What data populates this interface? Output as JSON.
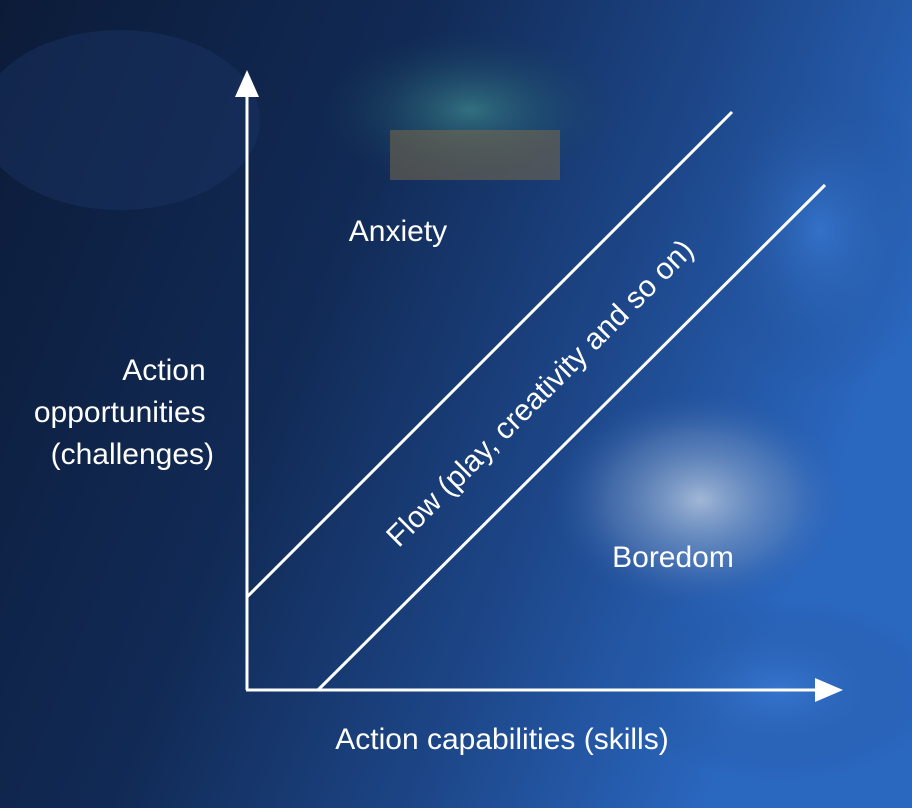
{
  "diagram": {
    "y_axis_label_lines": [
      "Action",
      "opportunities",
      "(challenges)"
    ],
    "x_axis_label": "Action capabilities (skills)",
    "regions": {
      "anxiety": "Anxiety",
      "flow": "Flow (play, creativity and so on)",
      "boredom": "Boredom"
    },
    "colors": {
      "background_dark": "#0f2142",
      "background_mid": "#1d3f7c",
      "background_light": "#2d6bc4",
      "line": "#ffffff"
    }
  }
}
